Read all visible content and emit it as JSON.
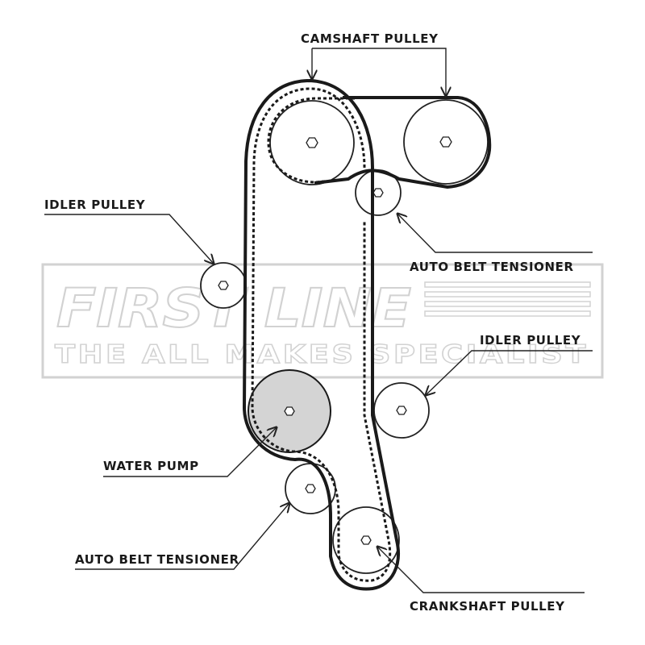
{
  "watermark": {
    "brand": "FIRST LINE",
    "tagline": "THE ALL MAKES SPECIALIST"
  },
  "labels": {
    "camshaft_pulley": "CAMSHAFT PULLEY",
    "idler_pulley_left": "IDLER PULLEY",
    "auto_belt_tensioner_right": "AUTO BELT TENSIONER",
    "idler_pulley_right": "IDLER PULLEY",
    "water_pump": "WATER PUMP",
    "auto_belt_tensioner_left": "AUTO BELT TENSIONER",
    "crankshaft_pulley": "CRANKSHAFT PULLEY"
  },
  "colors": {
    "line": "#1a1a1a",
    "water_pump_fill": "#d4d4d4",
    "watermark": "#d2d2d2"
  }
}
